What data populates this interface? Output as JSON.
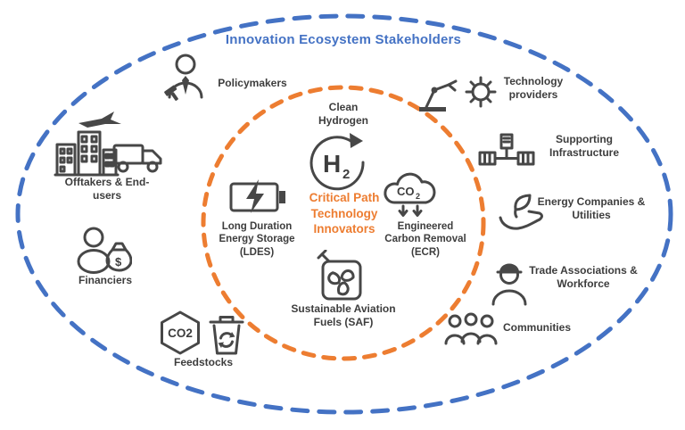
{
  "diagram": {
    "title": "Innovation Ecosystem Stakeholders",
    "colors": {
      "stakeholder_ring": "#4472C4",
      "technology_ring": "#ED7D31",
      "label_text": "#3D3D3D",
      "center_text": "#ED7D31"
    },
    "center": {
      "label": "Critical Path Technology Innovators"
    },
    "technologies": [
      {
        "label": "Clean Hydrogen",
        "icon": "hydrogen-h2-cycle-icon",
        "icon_text_main": "H",
        "icon_text_sub": "2"
      },
      {
        "label": "Long Duration Energy Storage (LDES)",
        "icon": "battery-lightning-icon"
      },
      {
        "label": "Engineered Carbon Removal (ECR)",
        "icon": "co2-cloud-capture-icon",
        "icon_text_main": "CO",
        "icon_text_sub": "2"
      },
      {
        "label": "Sustainable Aviation Fuels (SAF)",
        "icon": "fuel-can-leaf-icon"
      }
    ],
    "stakeholders": [
      {
        "label": "Policymakers",
        "icon": "policymaker-person-gavel-icon"
      },
      {
        "label": "Technology providers",
        "icon": "robot-arm-icon, gear-icon"
      },
      {
        "label": "Offtakers & End-users",
        "icon": "airplane-icon, buildings-icon, truck-icon"
      },
      {
        "label": "Supporting Infrastructure",
        "icon": "pipeline-icon"
      },
      {
        "label": "Energy Companies & Utilities",
        "icon": "hand-leaf-icon"
      },
      {
        "label": "Financiers",
        "icon": "person-money-bag-icon",
        "icon_text": "$"
      },
      {
        "label": "Trade Associations & Workforce",
        "icon": "worker-hardhat-icon"
      },
      {
        "label": "Feedstocks",
        "icon": "co2-hexagon-icon, recycle-bin-icon",
        "icon_text": "CO2"
      },
      {
        "label": "Communities",
        "icon": "people-group-icon"
      }
    ]
  }
}
